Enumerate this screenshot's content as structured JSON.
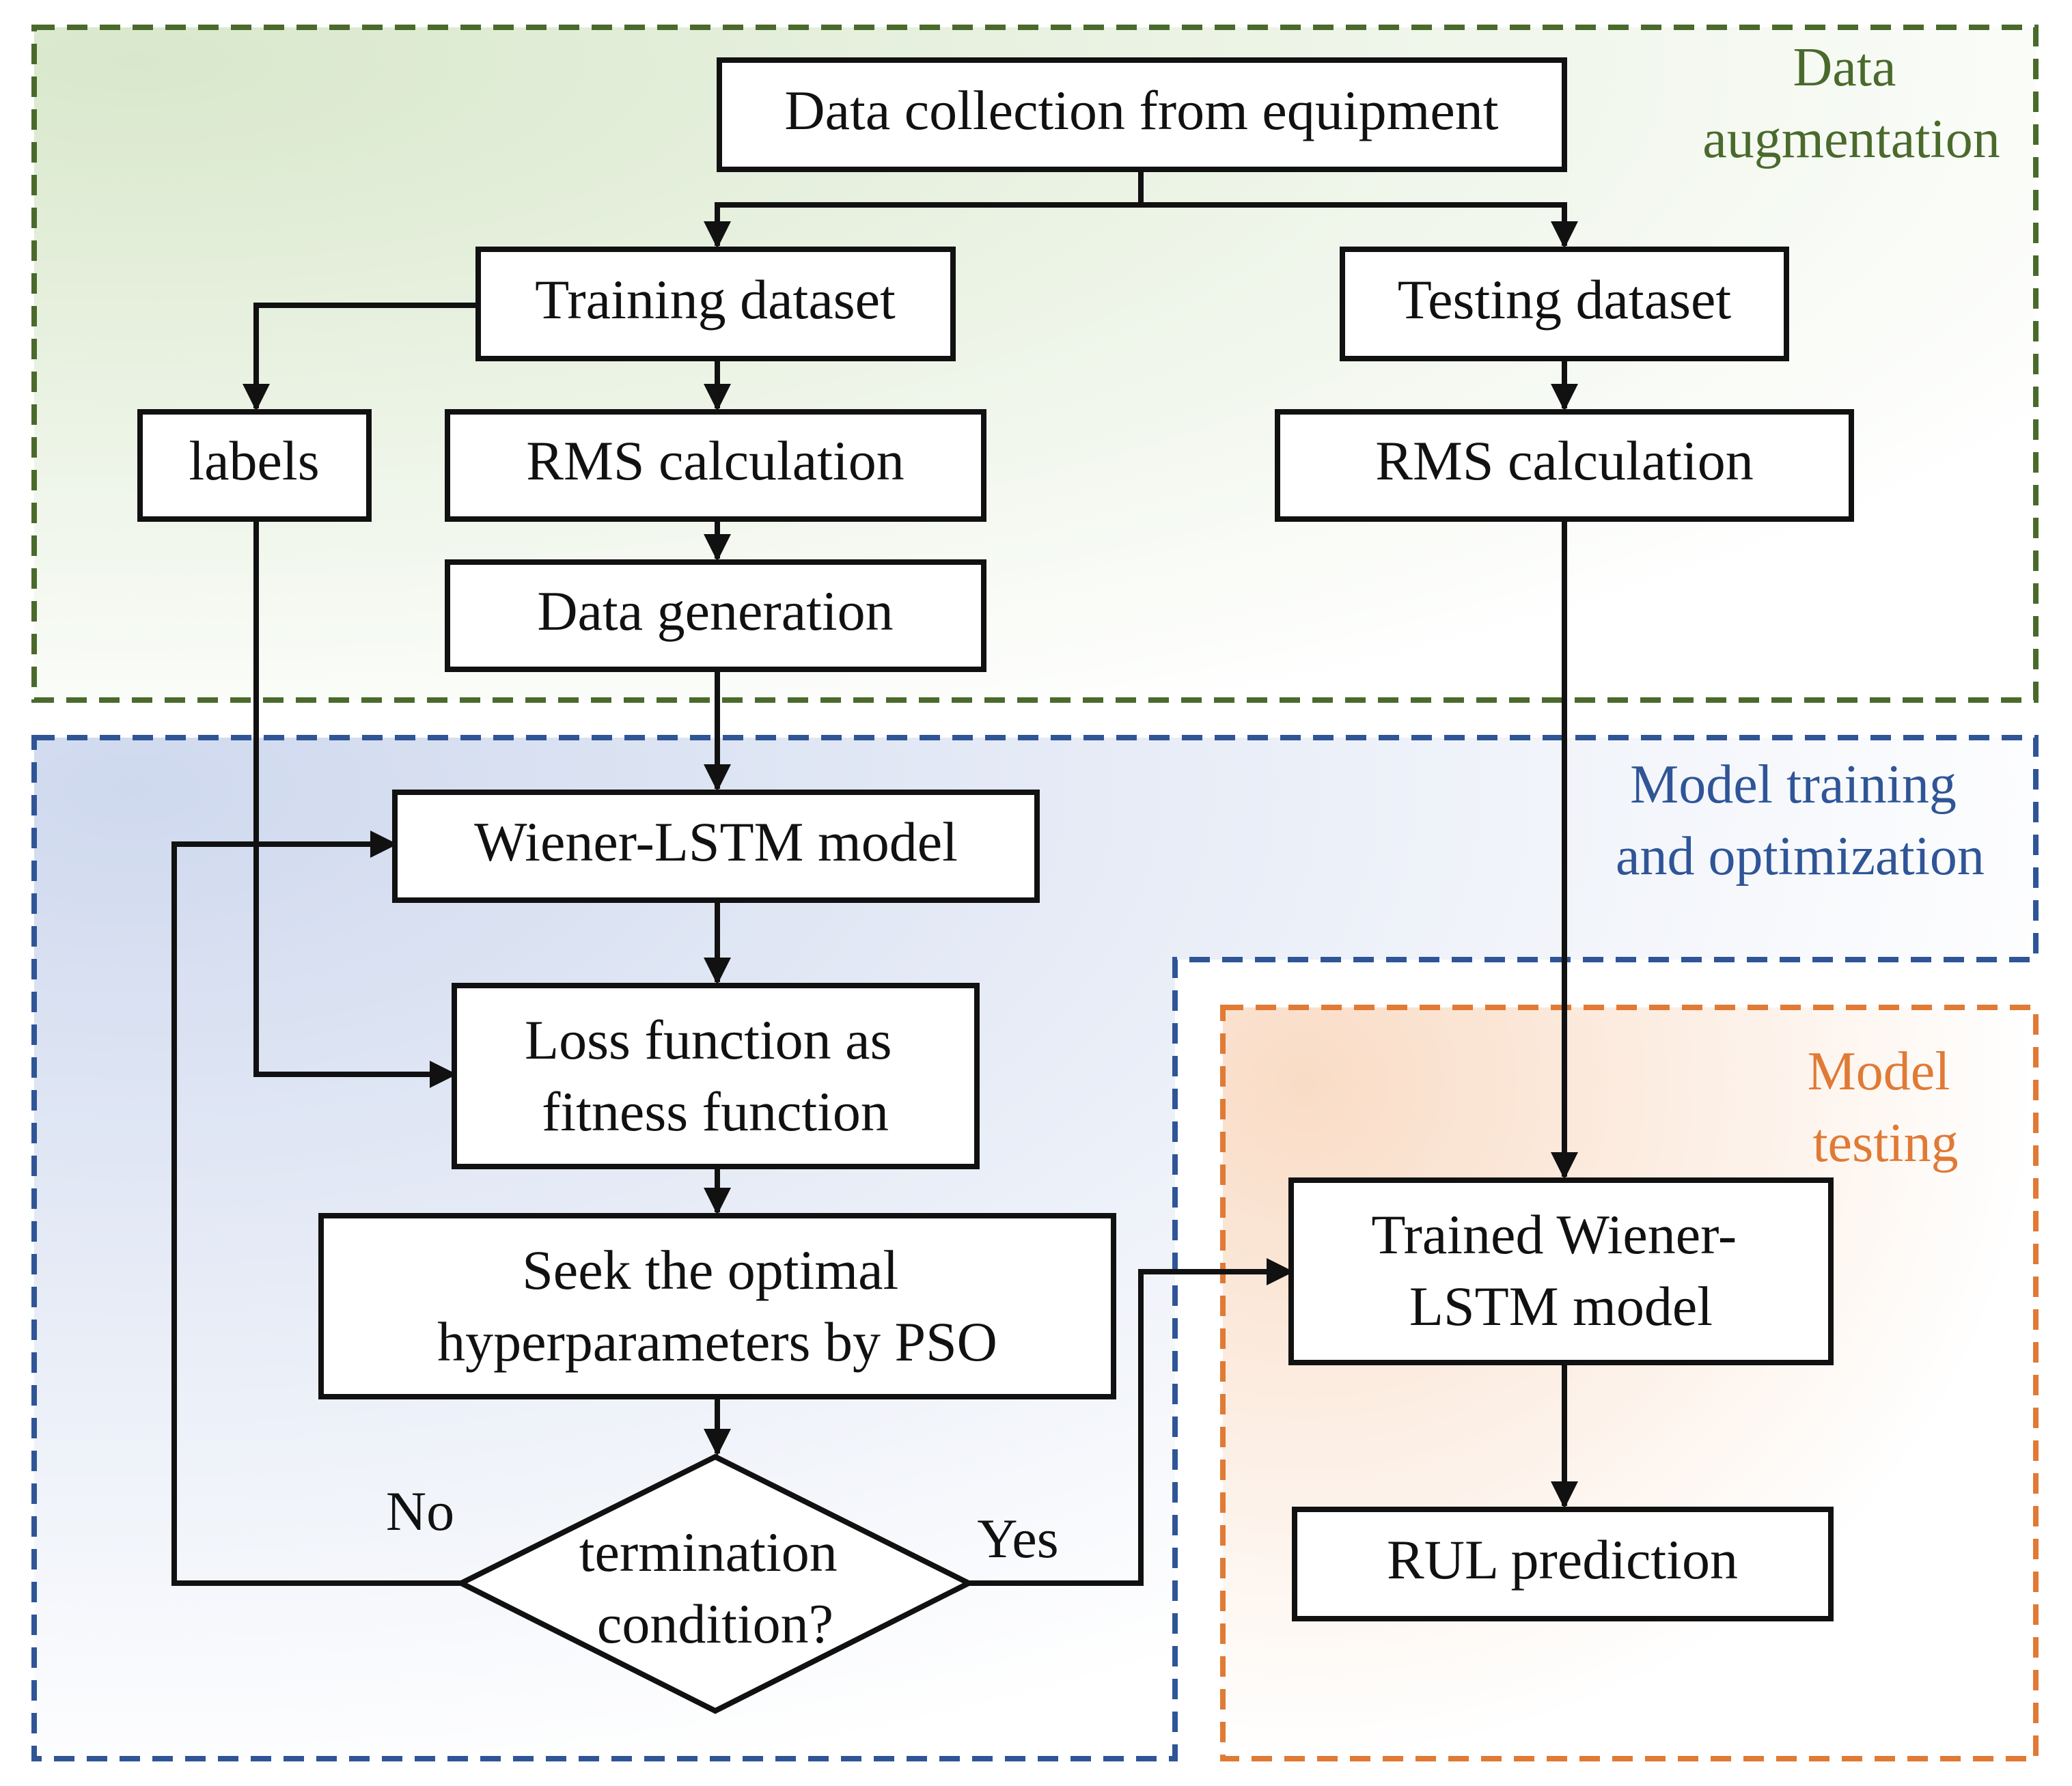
{
  "regions": {
    "data_augmentation": {
      "label_lines": [
        "Data",
        "augmentation"
      ],
      "color": "#4a6a2c"
    },
    "model_training": {
      "label_lines": [
        "Model training",
        "and optimization"
      ],
      "color": "#2f5597"
    },
    "model_testing": {
      "label_lines": [
        "Model",
        "testing"
      ],
      "color": "#e07a35"
    }
  },
  "nodes": {
    "data_collection": "Data collection from equipment",
    "training_dataset": "Training dataset",
    "testing_dataset": "Testing dataset",
    "labels": "labels",
    "rms_train": "RMS calculation",
    "rms_test": "RMS calculation",
    "data_generation": "Data generation",
    "wiener_lstm": "Wiener-LSTM model",
    "loss_function": [
      "Loss function as",
      "fitness function"
    ],
    "seek_optimal": [
      "Seek the optimal",
      "hyperparameters by PSO"
    ],
    "termination": [
      "termination",
      "condition?"
    ],
    "trained_model": [
      "Trained Wiener-",
      "LSTM model"
    ],
    "rul_prediction": "RUL prediction"
  },
  "branch_labels": {
    "no": "No",
    "yes": "Yes"
  },
  "colors": {
    "line": "#111111",
    "green_fill": "#d9e8cc",
    "blue_fill": "#cfd9ee",
    "orange_fill": "#f9dcc6"
  }
}
